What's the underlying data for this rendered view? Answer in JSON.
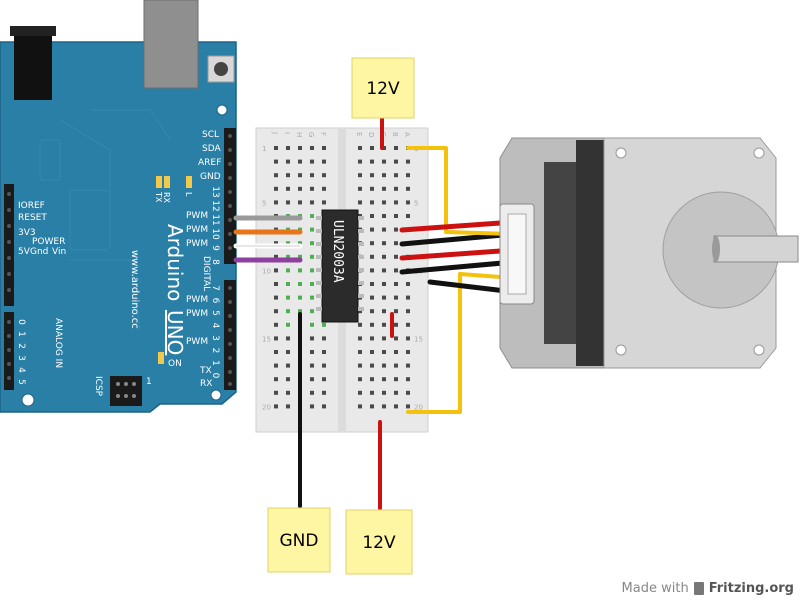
{
  "labels": {
    "power_top": "12V",
    "power_bottom": "12V",
    "ground": "GND"
  },
  "arduino": {
    "brand": "Arduino",
    "model": "UNO",
    "website": "www.arduino.cc",
    "digital": "DIGITAL",
    "pwm": "PWM",
    "on": "ON",
    "icsp": "ICSP",
    "tx": "TX",
    "rx": "RX",
    "tx_led": "TX",
    "rx_led": "RX",
    "l_led": "L",
    "analog_in": "ANALOG IN",
    "power": "POWER",
    "left_pins": [
      "IOREF",
      "RESET",
      "3V3",
      "5V",
      "Gnd",
      "Vin"
    ],
    "top_right_pins": [
      "SCL",
      "SDA",
      "AREF",
      "GND"
    ],
    "digital_numbers_upper": [
      "13",
      "12",
      "11",
      "10",
      "9",
      "8"
    ],
    "digital_numbers_lower": [
      "7",
      "6",
      "5",
      "4",
      "3",
      "2",
      "1",
      "0"
    ],
    "analog_numbers": [
      "0",
      "1",
      "2",
      "3",
      "4",
      "5"
    ],
    "icsp_number": "1"
  },
  "chip": {
    "name": "ULN2003A"
  },
  "breadboard": {
    "columns_left": [
      "J",
      "I",
      "H",
      "G",
      "F"
    ],
    "columns_right": [
      "E",
      "D",
      "C",
      "B",
      "A"
    ],
    "row_marks": [
      "1",
      "5",
      "10",
      "15",
      "20"
    ]
  },
  "credit": {
    "prefix": "Made with",
    "brand": "Fritzing.org"
  },
  "colors": {
    "arduino_blue": "#2a7fa6",
    "label_yellow": "#fff6a3",
    "wire_red": "#cc1111",
    "wire_yellow": "#f4c20d",
    "wire_black": "#111111",
    "wire_orange": "#e8751a",
    "wire_grey": "#9a9a9a",
    "wire_purple": "#8e3fa0",
    "breadboard": "#e9e9e9"
  }
}
